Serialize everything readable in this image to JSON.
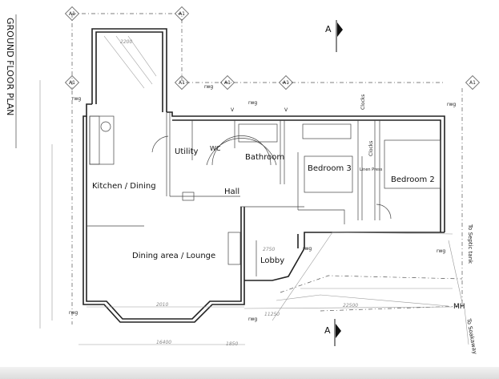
{
  "title": "GROUND FLOOR PLAN",
  "section_marker": "A",
  "grid_marker": "A1",
  "rooms": {
    "utility": "Utility",
    "wc": "WC",
    "bathroom": "Bathroom",
    "bedroom3": "Bedroom 3",
    "linen": "Linen Press",
    "bedroom2": "Bedroom 2",
    "kitchen": "Kitchen / Dining",
    "hall": "Hall",
    "lounge": "Dining area / Lounge",
    "lobby": "Lobby",
    "clocks": "Clocks"
  },
  "drainage": {
    "rwg": "rwg",
    "mh": "MH",
    "septic": "To Septic tank",
    "soakaway": "To Soakaway",
    "v": "V"
  },
  "dimensions": {
    "overall": "16400",
    "d1": "2010",
    "d2": "22500",
    "d3": "11250",
    "d4": "1850",
    "d5": "2750",
    "d6": "2200"
  }
}
